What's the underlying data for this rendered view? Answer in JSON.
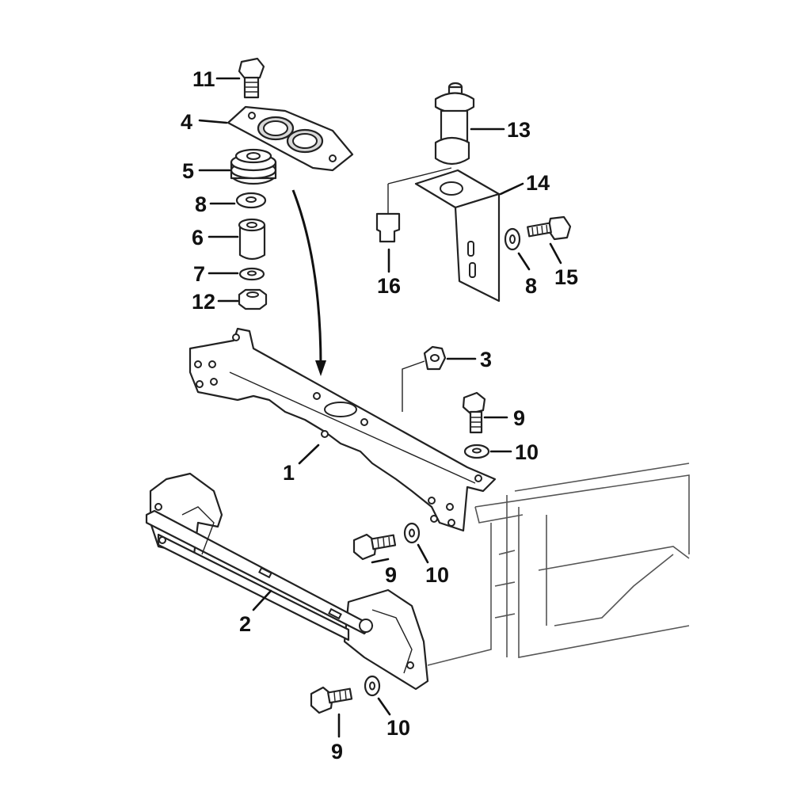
{
  "callouts": {
    "c1": "1",
    "c2": "2",
    "c3": "3",
    "c4": "4",
    "c5": "5",
    "c6": "6",
    "c7": "7",
    "c8a": "8",
    "c8b": "8",
    "c9a": "9",
    "c9b": "9",
    "c9c": "9",
    "c10a": "10",
    "c10b": "10",
    "c10c": "10",
    "c11": "11",
    "c12": "12",
    "c13": "13",
    "c14": "14",
    "c15": "15",
    "c16": "16"
  },
  "colors": {
    "line": "#222222",
    "background": "#ffffff",
    "shade": "#d8d8d8"
  }
}
